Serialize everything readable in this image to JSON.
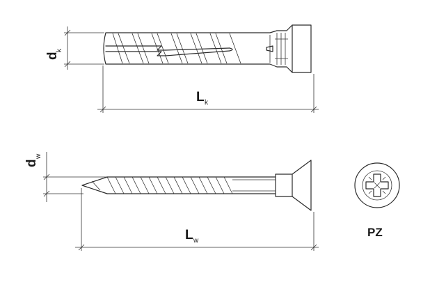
{
  "labels": {
    "dk_main": "d",
    "dk_sub": "k",
    "lk_main": "L",
    "lk_sub": "k",
    "dw_main": "d",
    "dw_sub": "w",
    "lw_main": "L",
    "lw_sub": "w",
    "drive": "PZ"
  },
  "colors": {
    "line": "#2b2b2b",
    "background": "#ffffff"
  }
}
